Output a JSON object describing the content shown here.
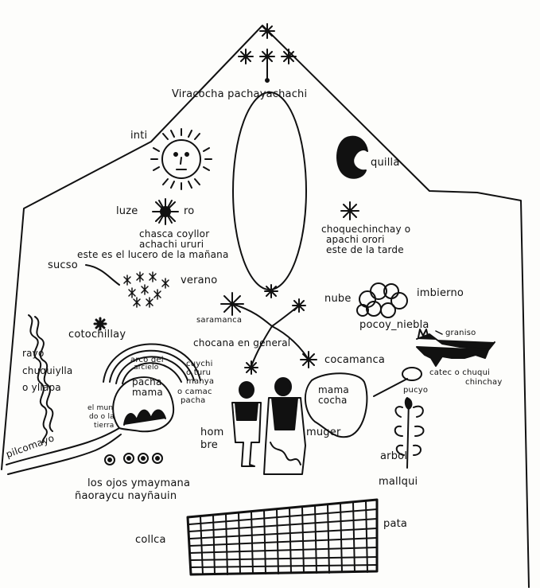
{
  "labels": {
    "viracocha": "Viracocha pachayachachi",
    "inti": "inti",
    "quilla": "quilla",
    "luze": "luze",
    "ro": "ro",
    "chasca1": "chasca coyllor",
    "chasca2": "achachi ururi",
    "chasca3": "este es el lucero de la mañana",
    "choque1": "choquechinchay o",
    "choque2": "apachi orori",
    "choque3": "este de la tarde",
    "sucso": "sucso",
    "verano": "verano",
    "nube": "nube",
    "imbierno": "imbierno",
    "pocoy": "pocoy_niebla",
    "saramanca": "saramanca",
    "cotochillay": "cotochillay",
    "granizo": "graniso",
    "chocana": "chocana en general",
    "cocamanca": "cocamanca",
    "catec1": "catec o chuqui",
    "catec2": "chinchay",
    "rayo1": "rayo",
    "rayo2": "chuquiylla",
    "rayo3": "o yllapa",
    "arco1": "arco del",
    "arco2": "arcielo",
    "cuychi1": "cuychi",
    "cuychi2": "o turu",
    "cuychi3": "manya",
    "pacha1": "pacha",
    "pacha2": "mama",
    "ocamac1": "o camac",
    "ocamac2": "pacha",
    "mundo1": "el mun",
    "mundo2": "do o la",
    "mundo3": "tierra",
    "mamacocha1": "mama",
    "mamacocha2": "cocha",
    "pucyo": "pucyo",
    "hombre1": "hom",
    "hombre2": "bre",
    "muger": "muger",
    "arbol": "arbol",
    "mallqui": "mallqui",
    "pilcomayo": "pilcomayo",
    "ojos1": "los ojos ymaymana",
    "ojos2": "ñaoraycu nayñauin",
    "pata": "pata",
    "collca": "collca"
  },
  "icons": [
    "stars-icon",
    "egg-oval-icon",
    "sun-face-icon",
    "moon-icon",
    "star-icon",
    "cloud-icon",
    "cat-icon",
    "rainbow-icon",
    "man-icon",
    "woman-icon",
    "tree-icon",
    "lake-icon",
    "eyes-icon",
    "grid-icon",
    "lightning-icon"
  ]
}
